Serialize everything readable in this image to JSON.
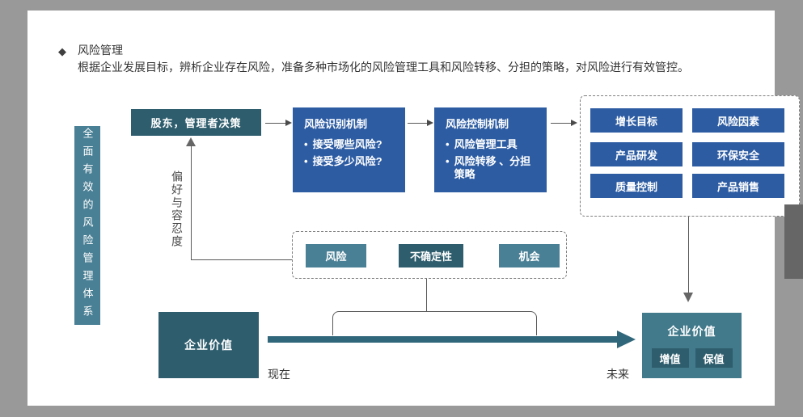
{
  "header": {
    "bullet_glyph": "◆",
    "title": "风险管理",
    "subtitle": "根据企业发展目标，辨析企业存在风险，准备多种市场化的风险管理工具和风险转移、分担的策略，对风险进行有效管控。"
  },
  "sidebar": {
    "label": "全面有效的风险管理体系"
  },
  "flow": {
    "bullet_glyph": "•",
    "decision_label": "股东，管理者决策",
    "identify": {
      "title": "风险识别机制",
      "bullets": [
        "接受哪些风险?",
        "接受多少风险?"
      ]
    },
    "control": {
      "title": "风险控制机制",
      "bullets": [
        "风险管理工具",
        "风险转移 、分担策略"
      ]
    },
    "targets": [
      "增长目标",
      "风险因素",
      "产品研发",
      "环保安全",
      "质量控制",
      "产品销售"
    ]
  },
  "preference": {
    "label": "偏好与容忍度"
  },
  "uncertainty": {
    "items": [
      "风险",
      "不确定性",
      "机会"
    ]
  },
  "value_flow": {
    "start_label": "企业价值",
    "now_label": "现在",
    "future_label": "未来",
    "end_title": "企业价值",
    "end_tags": [
      "增值",
      "保值"
    ]
  },
  "colors": {
    "blue": "#2D5CA3",
    "teal_dark": "#2E5D6D",
    "teal_light": "#4A8095",
    "teal_mid": "#427A8B",
    "arrow_teal": "#31677A",
    "frame_grey": "#999999",
    "scrollbar_thumb": "#666666"
  }
}
